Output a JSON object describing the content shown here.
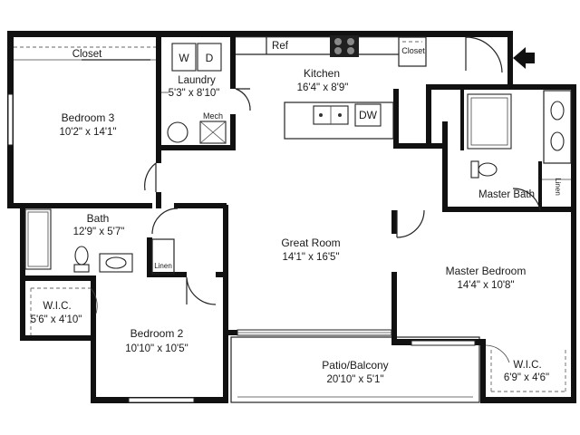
{
  "rooms": {
    "closet_top": "Closet",
    "bedroom3": {
      "name": "Bedroom 3",
      "dims": "10'2\" x 14'1\""
    },
    "laundry": {
      "name": "Laundry",
      "dims": "5'3\" x 8'10\""
    },
    "washer": "W",
    "dryer": "D",
    "mech": "Mech",
    "ref": "Ref",
    "kitchen": {
      "name": "Kitchen",
      "dims": "16'4\" x 8'9\""
    },
    "dw": "DW",
    "closet_entry": "Closet",
    "master_bath": "Master Bath",
    "linen_master": "Linen",
    "bath": {
      "name": "Bath",
      "dims": "12'9\" x 5'7\""
    },
    "linen_hall": "Linen",
    "great_room": {
      "name": "Great Room",
      "dims": "14'1\" x 16'5\""
    },
    "master_bedroom": {
      "name": "Master Bedroom",
      "dims": "14'4\" x 10'8\""
    },
    "wic_left": {
      "name": "W.I.C.",
      "dims": "5'6\" x 4'10\""
    },
    "bedroom2": {
      "name": "Bedroom 2",
      "dims": "10'10\" x 10'5\""
    },
    "patio": {
      "name": "Patio/Balcony",
      "dims": "20'10\" x 5'1\""
    },
    "wic_right": {
      "name": "W.I.C.",
      "dims": "6'9\" x 4'6\""
    }
  },
  "entry_arrow": "entry-arrow-icon"
}
